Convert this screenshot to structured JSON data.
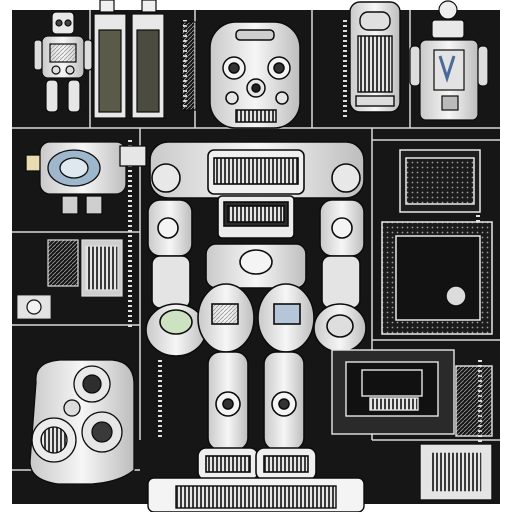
{
  "artwork": {
    "style": "retro robot blueprint poster",
    "palette": {
      "background": "#ffffff",
      "panel": "#161616",
      "ink": "#0c0c0c",
      "metal": "#e9e9e9",
      "metal_shadow": "#b4b4b4",
      "accent_blue": "#8fb2d4",
      "accent_tan": "#c9b48a"
    },
    "elements": [
      "small-robot-top-left",
      "battery-modules-top",
      "robot-head-top-center",
      "lantern-device-top-right",
      "small-robot-top-right",
      "main-robot",
      "camera-device-left",
      "speaker-machine-bottom-left",
      "monitor-panel-right",
      "console-panel-bottom-right",
      "pedestal-bottom"
    ]
  }
}
